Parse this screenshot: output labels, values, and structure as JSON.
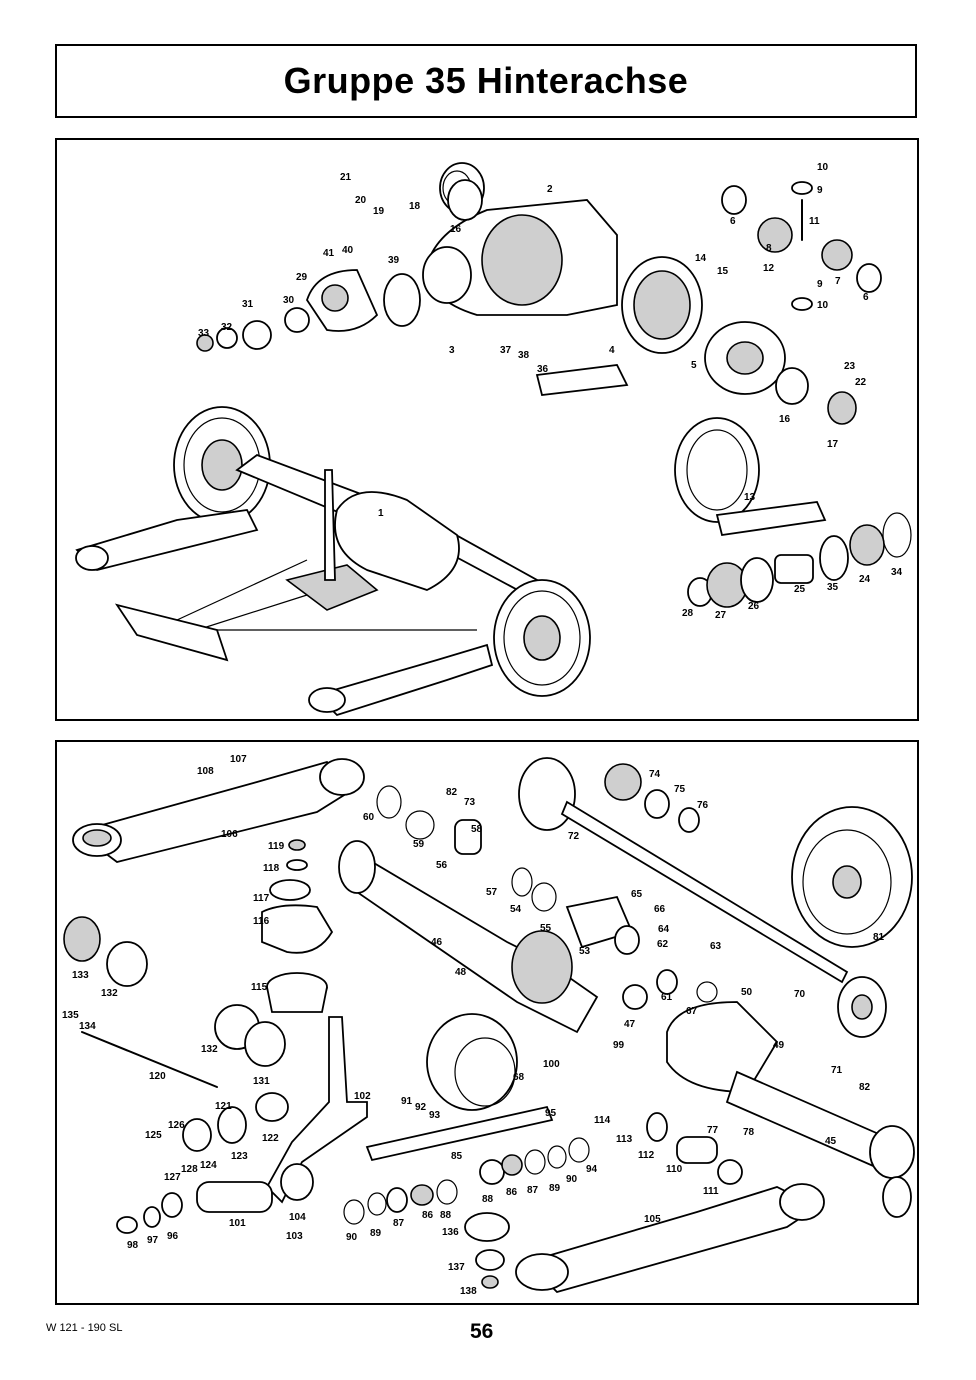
{
  "title": "Gruppe 35 Hinterachse",
  "footer": {
    "model": "W 121 - 190 SL",
    "page": "56"
  },
  "diagrams": {
    "top_callouts": [
      "1",
      "2",
      "3",
      "4",
      "5",
      "6",
      "6",
      "7",
      "8",
      "9",
      "9",
      "10",
      "10",
      "11",
      "12",
      "13",
      "14",
      "15",
      "16",
      "16",
      "17",
      "18",
      "19",
      "20",
      "21",
      "22",
      "23",
      "24",
      "25",
      "26",
      "27",
      "28",
      "29",
      "30",
      "31",
      "32",
      "33",
      "34",
      "35",
      "36",
      "37",
      "38",
      "39",
      "40",
      "41"
    ],
    "bottom_callouts": [
      "45",
      "46",
      "47",
      "48",
      "49",
      "50",
      "54",
      "55",
      "56",
      "57",
      "58",
      "59",
      "60",
      "61",
      "62",
      "63",
      "64",
      "65",
      "66",
      "67",
      "68",
      "70",
      "71",
      "72",
      "73",
      "74",
      "75",
      "76",
      "77",
      "78",
      "81",
      "82",
      "82",
      "85",
      "86",
      "86",
      "87",
      "87",
      "88",
      "88",
      "89",
      "89",
      "90",
      "90",
      "91",
      "92",
      "93",
      "94",
      "95",
      "96",
      "97",
      "98",
      "99",
      "100",
      "101",
      "102",
      "103",
      "104",
      "105",
      "106",
      "107",
      "108",
      "110",
      "111",
      "112",
      "113",
      "114",
      "115",
      "116",
      "117",
      "118",
      "119",
      "120",
      "121",
      "122",
      "123",
      "124",
      "125",
      "126",
      "127",
      "128",
      "131",
      "132",
      "132",
      "133",
      "134",
      "135",
      "136",
      "137",
      "138",
      "53"
    ]
  }
}
